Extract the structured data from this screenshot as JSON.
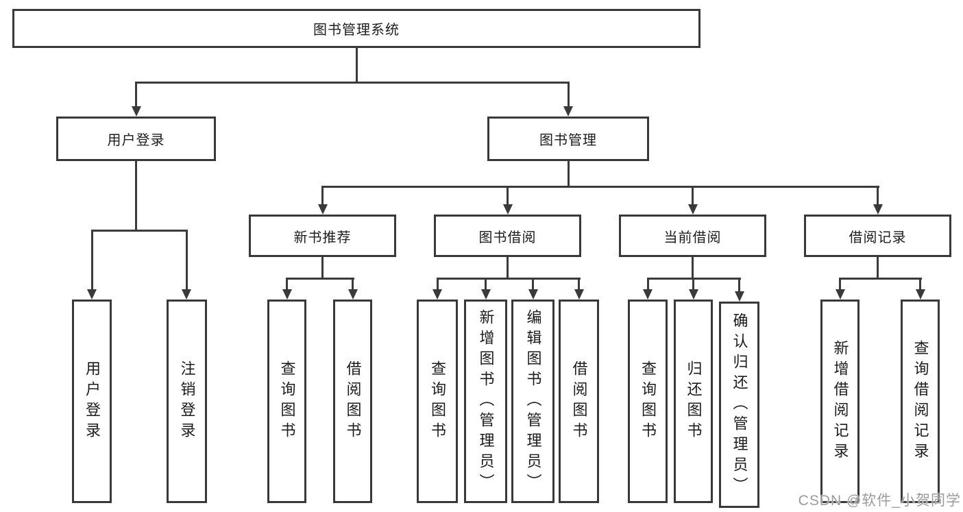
{
  "diagram_title": "图书管理系统",
  "watermark": {
    "text": "CSDN @软件_小贺同学",
    "color": "#9b9b9b"
  },
  "colors": {
    "line": "#3a3a3a",
    "box_border": "#383838",
    "text": "#1c1c1c",
    "background": "#ffffff"
  },
  "nodes": [
    {
      "id": "root",
      "label": "图书管理系统",
      "parent": null,
      "orientation": "horizontal"
    },
    {
      "id": "login",
      "label": "用户登录",
      "parent": "root",
      "orientation": "horizontal"
    },
    {
      "id": "bookmgmt",
      "label": "图书管理",
      "parent": "root",
      "orientation": "horizontal"
    },
    {
      "id": "newbook",
      "label": "新书推荐",
      "parent": "bookmgmt",
      "orientation": "horizontal"
    },
    {
      "id": "bookborrow",
      "label": "图书借阅",
      "parent": "bookmgmt",
      "orientation": "horizontal"
    },
    {
      "id": "curborrow",
      "label": "当前借阅",
      "parent": "bookmgmt",
      "orientation": "horizontal"
    },
    {
      "id": "records",
      "label": "借阅记录",
      "parent": "bookmgmt",
      "orientation": "horizontal"
    },
    {
      "id": "leaf-user-login",
      "label": "用户登录",
      "parent": "login",
      "orientation": "vertical"
    },
    {
      "id": "leaf-logout",
      "label": "注销登录",
      "parent": "login",
      "orientation": "vertical"
    },
    {
      "id": "leaf-nb-query",
      "label": "查询图书",
      "parent": "newbook",
      "orientation": "vertical"
    },
    {
      "id": "leaf-nb-borrow",
      "label": "借阅图书",
      "parent": "newbook",
      "orientation": "vertical"
    },
    {
      "id": "leaf-bb-query",
      "label": "查询图书",
      "parent": "bookborrow",
      "orientation": "vertical"
    },
    {
      "id": "leaf-bb-add",
      "label": "新增图书（管理员）",
      "parent": "bookborrow",
      "orientation": "vertical"
    },
    {
      "id": "leaf-bb-edit",
      "label": "编辑图书（管理员）",
      "parent": "bookborrow",
      "orientation": "vertical"
    },
    {
      "id": "leaf-bb-borrow",
      "label": "借阅图书",
      "parent": "bookborrow",
      "orientation": "vertical"
    },
    {
      "id": "leaf-cb-query",
      "label": "查询图书",
      "parent": "curborrow",
      "orientation": "vertical"
    },
    {
      "id": "leaf-cb-return",
      "label": "归还图书",
      "parent": "curborrow",
      "orientation": "vertical"
    },
    {
      "id": "leaf-cb-confirm",
      "label": "确认归还（管理员）",
      "parent": "curborrow",
      "orientation": "vertical"
    },
    {
      "id": "leaf-rec-add",
      "label": "新增借阅记录",
      "parent": "records",
      "orientation": "vertical"
    },
    {
      "id": "leaf-rec-query",
      "label": "查询借阅记录",
      "parent": "records",
      "orientation": "vertical"
    }
  ]
}
